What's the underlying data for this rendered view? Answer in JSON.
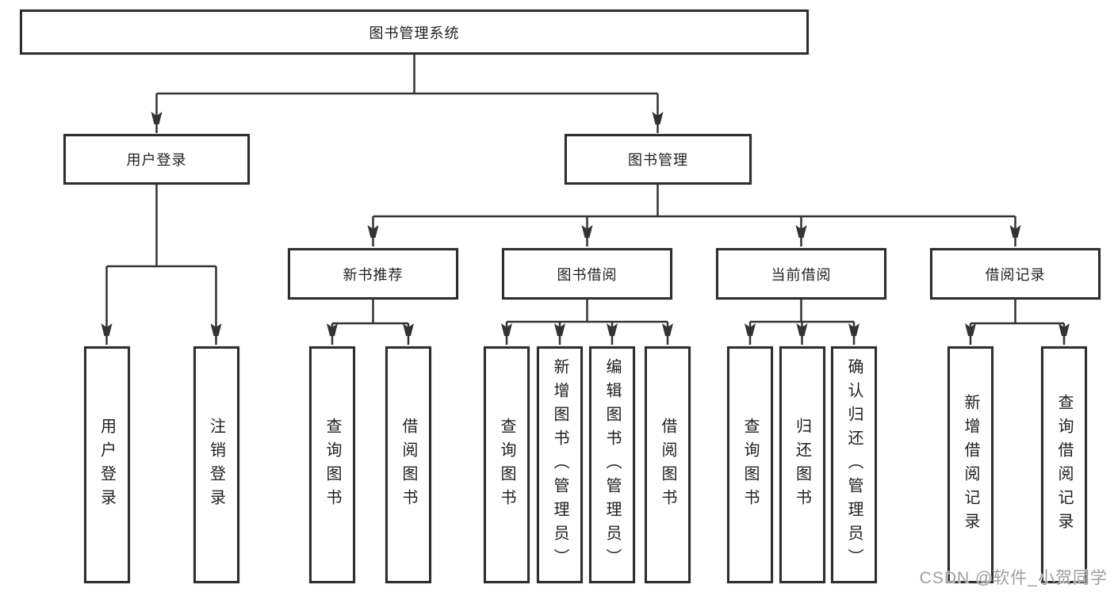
{
  "diagram": {
    "title": "图书管理系统",
    "root": {
      "label": "图书管理系统"
    },
    "branches": [
      {
        "label": "用户登录",
        "children": [
          {
            "label": "用户登录"
          },
          {
            "label": "注销登录"
          }
        ]
      },
      {
        "label": "图书管理",
        "sections": [
          {
            "label": "新书推荐",
            "children": [
              {
                "label": "查询图书"
              },
              {
                "label": "借阅图书"
              }
            ]
          },
          {
            "label": "图书借阅",
            "children": [
              {
                "label": "查询图书"
              },
              {
                "label": "新增图书（管理员）"
              },
              {
                "label": "编辑图书（管理员）"
              },
              {
                "label": "借阅图书"
              }
            ]
          },
          {
            "label": "当前借阅",
            "children": [
              {
                "label": "查询图书"
              },
              {
                "label": "归还图书"
              },
              {
                "label": "确认归还（管理员）"
              }
            ]
          },
          {
            "label": "借阅记录",
            "children": [
              {
                "label": "新增借阅记录"
              },
              {
                "label": "查询借阅记录"
              }
            ]
          }
        ]
      }
    ],
    "watermark": "CSDN @软件_小贺同学",
    "colors": {
      "line": "#333333",
      "box_border": "#2e2e2e",
      "text": "#1f1f1f",
      "watermark": "#9e9e9e",
      "background": "#ffffff"
    }
  }
}
